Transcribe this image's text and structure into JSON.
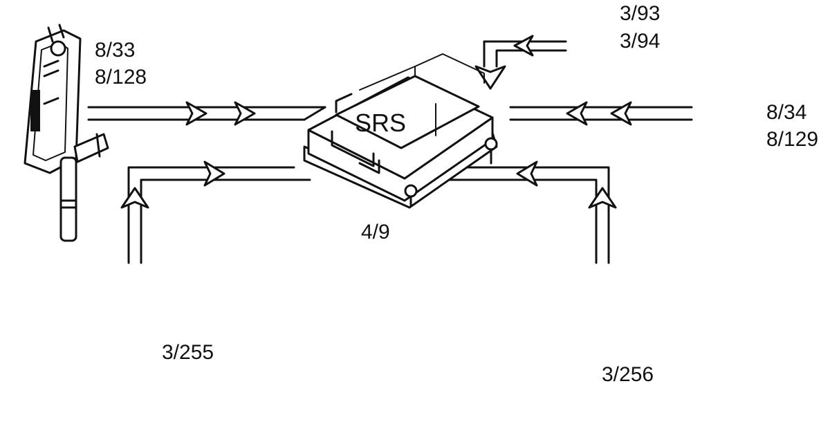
{
  "control_unit": {
    "label": "SRS",
    "part_number": "4/9"
  },
  "components": {
    "left_pretensioner": {
      "label_line1": "8/33",
      "label_line2": "8/128"
    },
    "right_pretensioner": {
      "label_line1": "8/34",
      "label_line2": "8/129"
    },
    "buckle": {
      "label_line1": "3/93",
      "label_line2": "3/94"
    },
    "left_seat_rail": {
      "label": "3/255"
    },
    "right_seat_rail": {
      "label": "3/256"
    }
  },
  "colors": {
    "ink": "#111111",
    "background": "#ffffff"
  }
}
